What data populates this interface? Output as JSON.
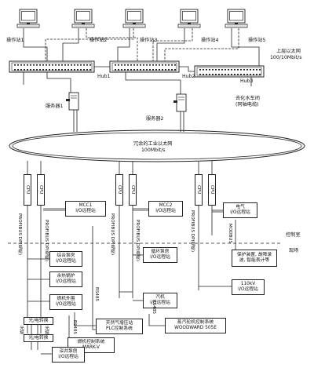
{
  "workstations": [
    {
      "id": "ws1",
      "label": "操作站1"
    },
    {
      "id": "ws2",
      "label": "操作站2"
    },
    {
      "id": "ws3",
      "label": "操作站3"
    },
    {
      "id": "ws4",
      "label": "操作站4"
    },
    {
      "id": "ws5",
      "label": "操作站5"
    }
  ],
  "upper_ethernet": {
    "line1": "上层以太网",
    "line2": "100/10Mbit/s"
  },
  "hubs": {
    "hub1": "Hub1",
    "hub2": "Hub2",
    "hub3": "Hub3"
  },
  "water_station": {
    "line1": "去化水车间",
    "line2": "(同轴电缆)"
  },
  "servers": {
    "server1": "服务器1",
    "server2": "服务器2"
  },
  "ring": {
    "line1": "冗余的工业以太网",
    "line2": "100Mbit/s"
  },
  "cpu_label": "CPU",
  "zones": {
    "control_room": "控制室",
    "field": "现场"
  },
  "stations": {
    "mcc1": {
      "line1": "MCC1",
      "line2": "I/O远程站"
    },
    "mcc2": {
      "line1": "MCC2",
      "line2": "I/O远程站"
    },
    "electric": {
      "line1": "电气",
      "line2": "I/O远程站"
    },
    "pump_house": {
      "line1": "综合泵房",
      "line2": "I/O远程站"
    },
    "waste_heat": {
      "line1": "余热锅炉",
      "line2": "I/O远程站"
    },
    "gt_aux": {
      "line1": "燃机外围",
      "line2": "I/O远程站"
    },
    "circ_pump": {
      "line1": "循环泵房",
      "line2": "I/O远程站"
    },
    "gt": {
      "line1": "汽机",
      "line2": "I/O远程站"
    },
    "protection": {
      "line1": "保护装置, 故障录",
      "line2": "波, 智能表计等"
    },
    "kv110": {
      "line1": "110kV",
      "line2": "I/O远程站"
    },
    "gas_station": {
      "line1": "天然气增压站",
      "line2": "PLC控制系统"
    },
    "steam_turbine": {
      "line1": "蒸汽轮机控制系统",
      "line2": "WOODWARD 505E"
    },
    "gas_turbine": {
      "line1": "燃机控制系统",
      "line2": "MARK-V"
    },
    "oe1": {
      "line1": "光/电转换"
    },
    "oe2": {
      "line1": "光/电转换"
    },
    "deep_well": {
      "line1": "深井泵房",
      "line2": "I/O远程站"
    }
  },
  "bus_labels": {
    "profibus": "PROFIBUS DP(电缆)",
    "rs485": "RS485",
    "modbus": "MODBUS",
    "fiber": "光缆"
  }
}
